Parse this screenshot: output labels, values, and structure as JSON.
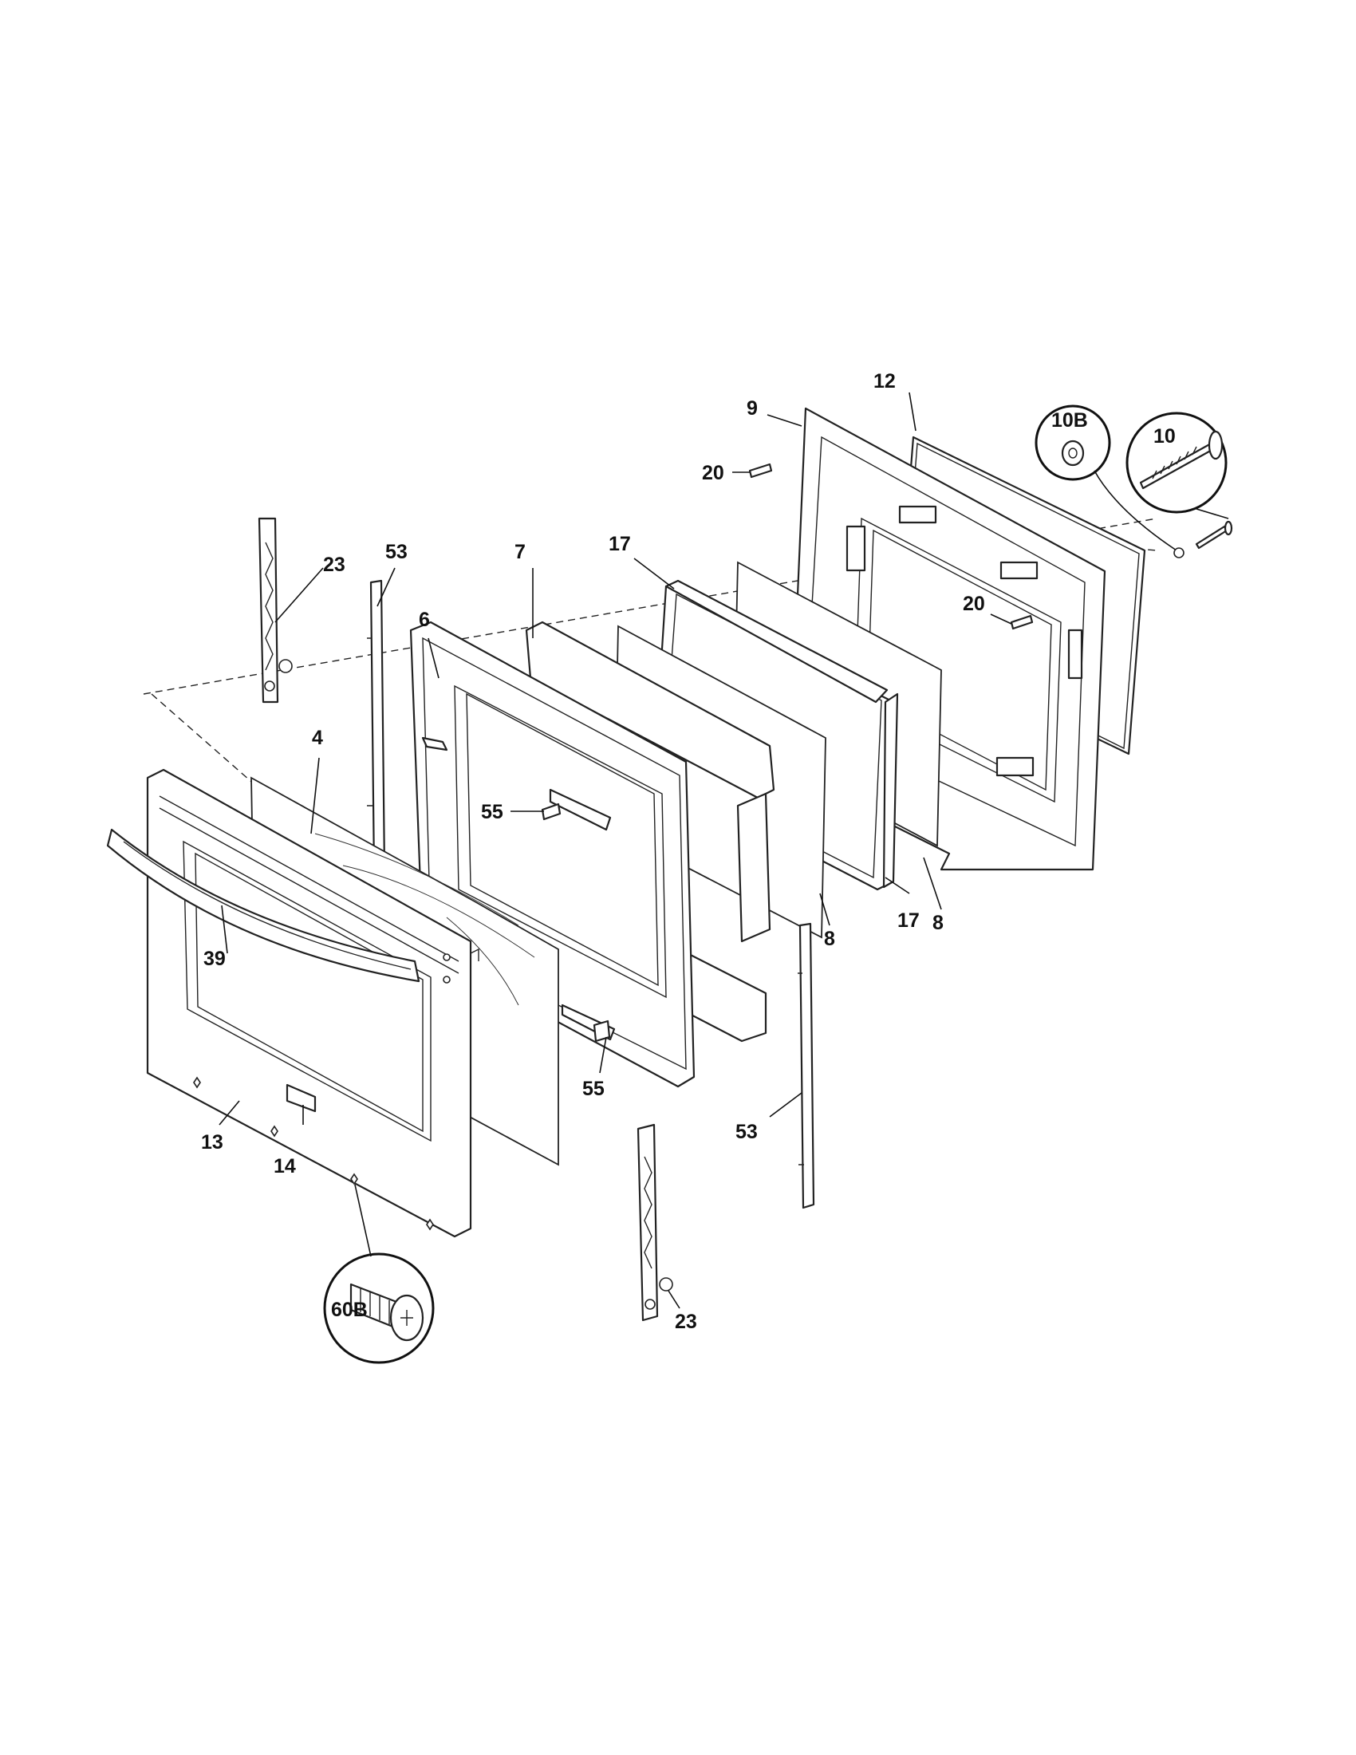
{
  "callouts": [
    {
      "id": "c-12",
      "label": "12"
    },
    {
      "id": "c-9",
      "label": "9"
    },
    {
      "id": "c-10b",
      "label": "10B"
    },
    {
      "id": "c-10",
      "label": "10"
    },
    {
      "id": "c-20a",
      "label": "20"
    },
    {
      "id": "c-20b",
      "label": "20"
    },
    {
      "id": "c-23a",
      "label": "23"
    },
    {
      "id": "c-53a",
      "label": "53"
    },
    {
      "id": "c-7",
      "label": "7"
    },
    {
      "id": "c-17a",
      "label": "17"
    },
    {
      "id": "c-6",
      "label": "6"
    },
    {
      "id": "c-4",
      "label": "4"
    },
    {
      "id": "c-55a",
      "label": "55"
    },
    {
      "id": "c-8a",
      "label": "8"
    },
    {
      "id": "c-8b",
      "label": "8"
    },
    {
      "id": "c-17b",
      "label": "17"
    },
    {
      "id": "c-39",
      "label": "39"
    },
    {
      "id": "c-55b",
      "label": "55"
    },
    {
      "id": "c-53b",
      "label": "53"
    },
    {
      "id": "c-13",
      "label": "13"
    },
    {
      "id": "c-14",
      "label": "14"
    },
    {
      "id": "c-60b",
      "label": "60B"
    },
    {
      "id": "c-23b",
      "label": "23"
    }
  ]
}
